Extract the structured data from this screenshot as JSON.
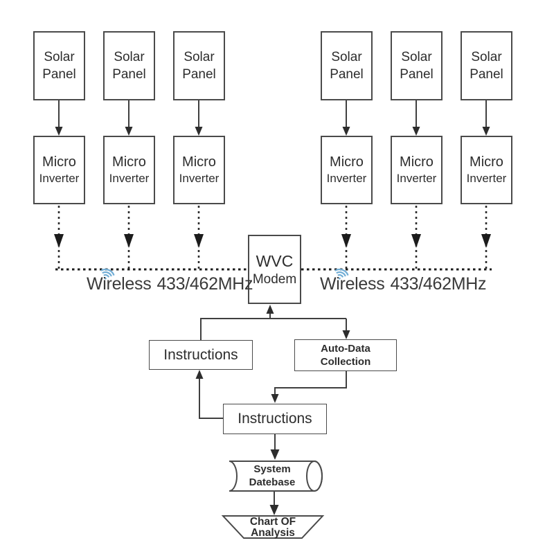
{
  "nodes": {
    "solar_panel": {
      "line1": "Solar",
      "line2": "Panel"
    },
    "micro_inverter": {
      "line1": "Micro",
      "line2": "Inverter"
    },
    "wvc_modem": {
      "line1": "WVC",
      "line2": "Modem"
    },
    "instructions_upper": {
      "label": "Instructions"
    },
    "auto_data_collection": {
      "line1": "Auto-Data",
      "line2": "Collection"
    },
    "instructions_lower": {
      "label": "Instructions"
    },
    "system_database": {
      "line1": "System",
      "line2": "Datebase"
    },
    "chart_of_analysis": {
      "line1": "Chart OF",
      "line2": "Analysis"
    }
  },
  "wireless_labels": {
    "left": {
      "word": "Wireless",
      "frequency": "433/462MHz"
    },
    "right": {
      "word": "Wireless",
      "frequency": "433/462MHz"
    }
  },
  "icons": {
    "wifi_left": "wifi-arcs",
    "wifi_right": "wifi-arcs"
  },
  "colors": {
    "line": "#3f3f3f",
    "box_border": "#4a4a4a",
    "text": "#2d2d2d",
    "wifi_arcs": "#72aed6",
    "background": "#ffffff"
  }
}
